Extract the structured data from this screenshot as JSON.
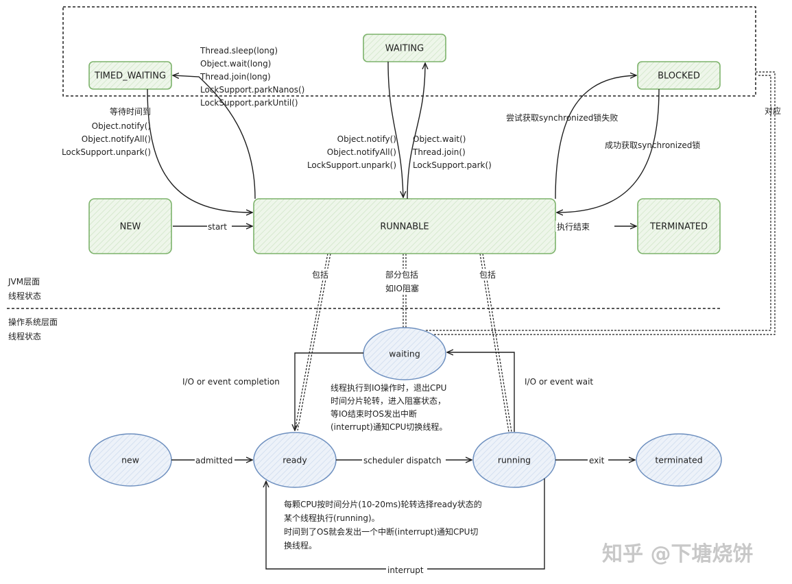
{
  "jvm_states": {
    "timed_waiting": "TIMED_WAITING",
    "waiting": "WAITING",
    "blocked": "BLOCKED",
    "new": "NEW",
    "runnable": "RUNNABLE",
    "terminated": "TERMINATED"
  },
  "os_states": {
    "waiting": "waiting",
    "new": "new",
    "ready": "ready",
    "running": "running",
    "terminated": "terminated"
  },
  "transitions": {
    "to_timed_waiting": [
      "Thread.sleep(long)",
      "Object.wait(long)",
      "Thread.join(long)",
      "LockSupport.parkNanos()",
      "LockSupport.parkUntil()"
    ],
    "from_timed_waiting": [
      "等待时间到",
      "Object.notify()",
      "Object.notifyAll()",
      "LockSupport.unpark()"
    ],
    "from_waiting": [
      "Object.notify()",
      "Object.notifyAll()",
      "LockSupport.unpark()"
    ],
    "to_waiting": [
      "Object.wait()",
      "Thread.join()",
      "LockSupport.park()"
    ],
    "to_blocked": "尝试获取synchronized锁失败",
    "from_blocked": "成功获取synchronized锁",
    "start": "start",
    "runnable_end": "执行结束",
    "correspond": "对应",
    "includes_left": "包括",
    "includes_mid": [
      "部分包括",
      "如IO阻塞"
    ],
    "includes_right": "包括",
    "io_completion": "I/O or event completion",
    "io_wait": "I/O or event wait",
    "admitted": "admitted",
    "dispatch": "scheduler dispatch",
    "exit": "exit",
    "interrupt": "interrupt"
  },
  "layer_labels": {
    "jvm": [
      "JVM层面",
      "线程状态"
    ],
    "os": [
      "操作系统层面",
      "线程状态"
    ]
  },
  "notes": {
    "io_note": [
      "线程执行到IO操作时，退出CPU",
      "时间分片轮转，进入阻塞状态，",
      "等IO结束时OS发出中断",
      "(interrupt)通知CPU切换线程。"
    ],
    "cpu_note": [
      "每颗CPU按时间分片(10-20ms)轮转选择ready状态的",
      "某个线程执行(running)。",
      "时间到了OS就会发出一个中断(interrupt)通知CPU切",
      "换线程。"
    ]
  },
  "watermark": "知乎 @下塘烧饼",
  "colors": {
    "jvm_stroke": "#7cb26a",
    "jvm_fill": "#e6f2e1",
    "os_stroke": "#6d8fbf",
    "os_fill": "#e3ecf7"
  }
}
